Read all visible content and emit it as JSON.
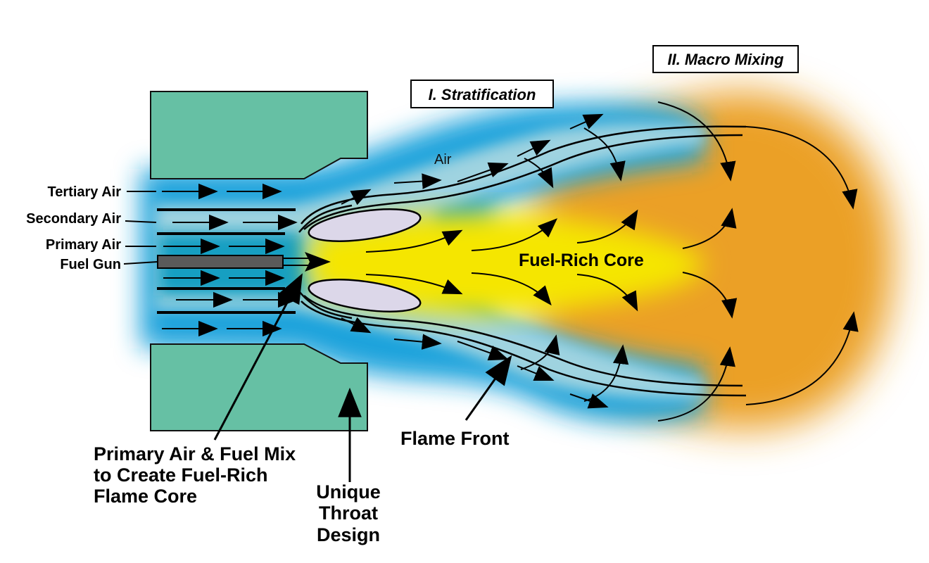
{
  "title": "Burner Flame Zones Diagram",
  "stages": {
    "stratification": "I. Stratification",
    "macro_mixing": "II. Macro Mixing"
  },
  "inlet_labels": {
    "tertiary_air": "Tertiary Air",
    "secondary_air": "Secondary Air",
    "primary_air": "Primary Air",
    "fuel_gun": "Fuel Gun"
  },
  "zone_labels": {
    "air": "Air",
    "fuel_rich_core": "Fuel-Rich Core"
  },
  "callouts": {
    "primary_mix": [
      "Primary Air & Fuel Mix",
      "to Create Fuel-Rich",
      "Flame Core"
    ],
    "throat": [
      "Unique",
      "Throat",
      "Design"
    ],
    "flame_front": "Flame Front"
  },
  "colors": {
    "burner_block": "#66c0a4",
    "air_blue": "#1aa3dc",
    "air_light": "#9fd3e0",
    "fuel_core_yellow": "#f5e600",
    "macro_orange": "#eba026",
    "ellipse": "#dcd7e9",
    "fuel_gun": "#5a5a5a"
  }
}
